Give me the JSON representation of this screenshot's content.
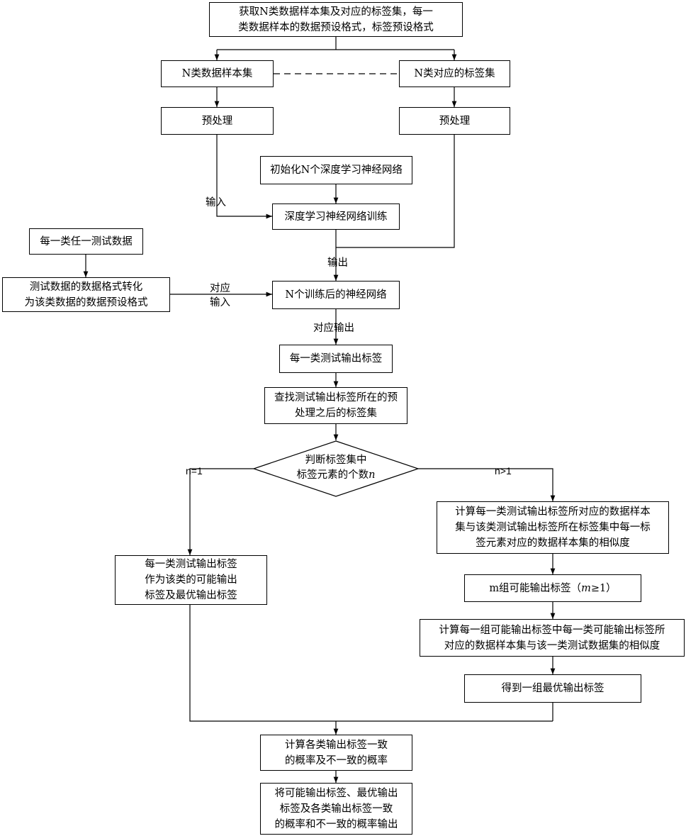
{
  "nodes": {
    "acquire": {
      "l1": "获取N类数据样本集及对应的标签集，每一",
      "l2": "类数据样本的数据预设格式，标签预设格式"
    },
    "sample_set": "N类数据样本集",
    "label_set": "N类对应的标签集",
    "preprocess_left": "预处理",
    "preprocess_right": "预处理",
    "init": "初始化N个深度学习神经网络",
    "train": "深度学习神经网络训练",
    "test_data": "每一类任一测试数据",
    "convert": {
      "l1": "测试数据的数据格式转化",
      "l2": "为该类数据的数据预设格式"
    },
    "trained": "N个训练后的神经网络",
    "test_output": "每一类测试输出标签",
    "find": {
      "l1": "查找测试输出标签所在的预",
      "l2": "处理之后的标签集"
    },
    "decision": {
      "l1": "判断标签集中",
      "l2_prefix": "标签元素的个数",
      "l2_var": "n"
    },
    "as_optimal": {
      "l1": "每一类测试输出标签",
      "l2": "作为该类的可能输出",
      "l3": "标签及最优输出标签"
    },
    "similarity1": {
      "l1": "计算每一类测试输出标签所对应的数据样本",
      "l2": "集与该类测试输出标签所在标签集中每一标",
      "l3": "签元素对应的数据样本集的相似度"
    },
    "m_groups": {
      "prefix": "m组可能输出标签（",
      "var": "m",
      "suffix": "≥1）"
    },
    "similarity2": {
      "l1": "计算每一组可能输出标签中每一类可能输出标签所",
      "l2": "对应的数据样本集与该一类测试数据集的相似度"
    },
    "best_group": "得到一组最优输出标签",
    "probability": {
      "l1": "计算各类输出标签一致",
      "l2": "的概率及不一致的概率"
    },
    "final": {
      "l1": "将可能输出标签、最优输出",
      "l2": "标签及各类输出标签一致",
      "l3": "的概率和不一致的概率输出"
    }
  },
  "edge_labels": {
    "input": "输入",
    "output": "输出",
    "corresponding_input": {
      "l1": "对应",
      "l2": "输入"
    },
    "corresponding_output": "对应输出",
    "n_eq_1": "n=1",
    "n_gt_1": "n>1"
  }
}
